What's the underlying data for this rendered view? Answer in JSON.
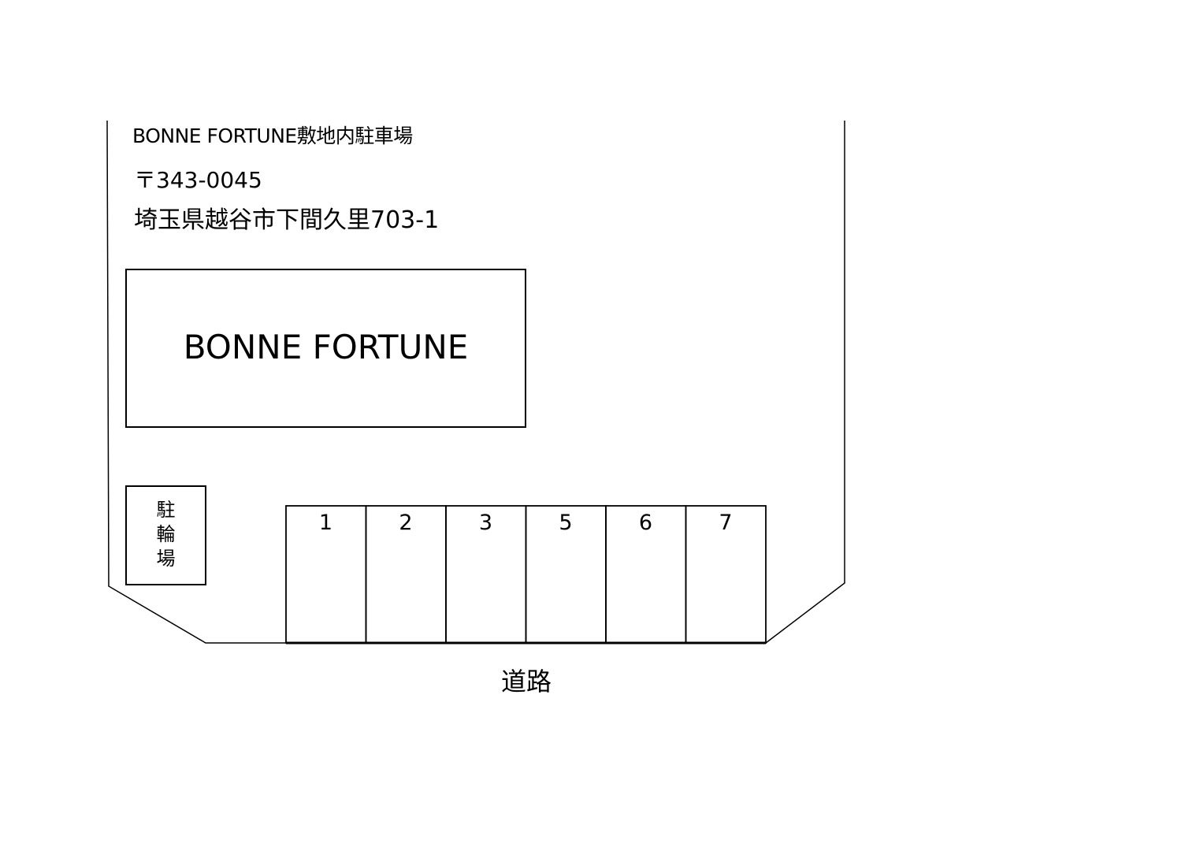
{
  "site_title": "BONNE FORTUNE敷地内駐車場",
  "postal_code": "〒343-0045",
  "address": "埼玉県越谷市下間久里703-1",
  "building_name": "BONNE FORTUNE",
  "bicycle_parking": "駐輪場",
  "parking_spaces": [
    "1",
    "2",
    "3",
    "5",
    "6",
    "7"
  ],
  "road_label": "道路"
}
